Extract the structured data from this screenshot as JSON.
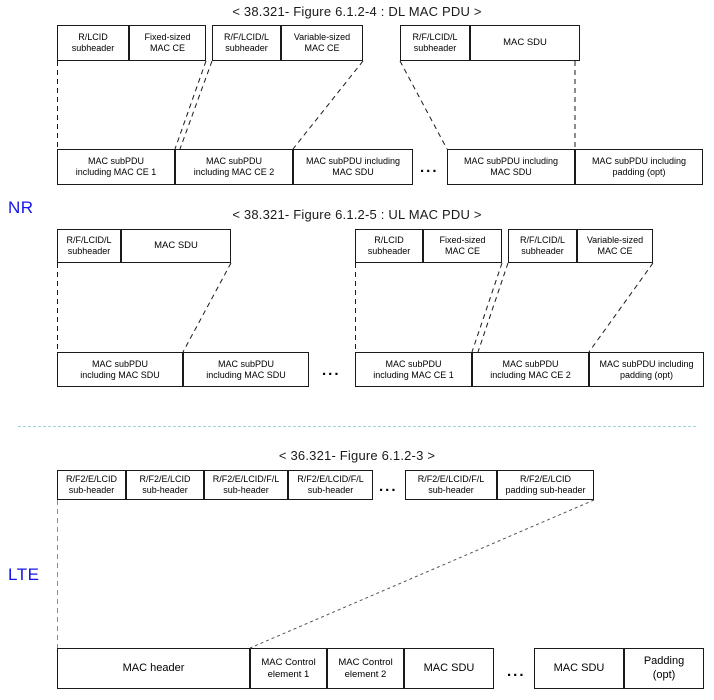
{
  "figures": [
    {
      "id": "nr-dl",
      "title": "< 38.321- Figure 6.1.2-4  : DL MAC PDU >",
      "top_boxes": [
        {
          "line1": "R/LCID",
          "line2": "subheader"
        },
        {
          "line1": "Fixed-sized",
          "line2": "MAC CE"
        },
        {
          "line1": "R/F/LCID/L",
          "line2": "subheader"
        },
        {
          "line1": "Variable-sized",
          "line2": "MAC CE"
        },
        {
          "line1": "R/F/LCID/L",
          "line2": "subheader"
        },
        {
          "line1": "MAC SDU",
          "line2": ""
        }
      ],
      "bottom_boxes": [
        {
          "line1": "MAC subPDU",
          "line2": "including MAC CE 1"
        },
        {
          "line1": "MAC subPDU",
          "line2": "including MAC CE 2"
        },
        {
          "line1": "MAC subPDU including",
          "line2": "MAC SDU"
        },
        {
          "line1": "MAC subPDU including",
          "line2": "MAC SDU"
        },
        {
          "line1": "MAC subPDU including",
          "line2": "padding (opt)"
        }
      ],
      "ellipsis": "..."
    },
    {
      "id": "nr-ul",
      "title": "< 38.321- Figure 6.1.2-5  : UL MAC PDU >",
      "top_boxes": [
        {
          "line1": "R/F/LCID/L",
          "line2": "subheader"
        },
        {
          "line1": "MAC SDU",
          "line2": ""
        },
        {
          "line1": "R/LCID",
          "line2": "subheader"
        },
        {
          "line1": "Fixed-sized",
          "line2": "MAC CE"
        },
        {
          "line1": "R/F/LCID/L",
          "line2": "subheader"
        },
        {
          "line1": "Variable-sized",
          "line2": "MAC CE"
        }
      ],
      "bottom_boxes": [
        {
          "line1": "MAC subPDU",
          "line2": "including MAC SDU"
        },
        {
          "line1": "MAC subPDU",
          "line2": "including MAC SDU"
        },
        {
          "line1": "MAC subPDU",
          "line2": "including MAC CE 1"
        },
        {
          "line1": "MAC subPDU",
          "line2": "including MAC CE 2"
        },
        {
          "line1": "MAC subPDU including",
          "line2": "padding (opt)"
        }
      ],
      "ellipsis": "..."
    },
    {
      "id": "lte",
      "title": "< 36.321- Figure 6.1.2-3 >",
      "top_boxes": [
        {
          "line1": "R/F2/E/LCID",
          "line2": "sub-header"
        },
        {
          "line1": "R/F2/E/LCID",
          "line2": "sub-header"
        },
        {
          "line1": "R/F2/E/LCID/F/L",
          "line2": "sub-header"
        },
        {
          "line1": "R/F2/E/LCID/F/L",
          "line2": "sub-header"
        },
        {
          "line1": "R/F2/E/LCID/F/L",
          "line2": "sub-header"
        },
        {
          "line1": "R/F2/E/LCID",
          "line2": "padding sub-header"
        }
      ],
      "bottom_boxes": [
        {
          "line1": "MAC header",
          "line2": ""
        },
        {
          "line1": "MAC Control",
          "line2": "element 1"
        },
        {
          "line1": "MAC Control",
          "line2": "element 2"
        },
        {
          "line1": "MAC SDU",
          "line2": ""
        },
        {
          "line1": "MAC SDU",
          "line2": ""
        },
        {
          "line1": "Padding",
          "line2": "(opt)"
        }
      ],
      "ellipsis_top": "...",
      "ellipsis_bottom": "..."
    }
  ],
  "labels": {
    "nr": "NR",
    "lte": "LTE"
  },
  "colors": {
    "label_blue": "#1414e6",
    "divider": "#9fd4dd",
    "stroke": "#1a1a1a"
  }
}
